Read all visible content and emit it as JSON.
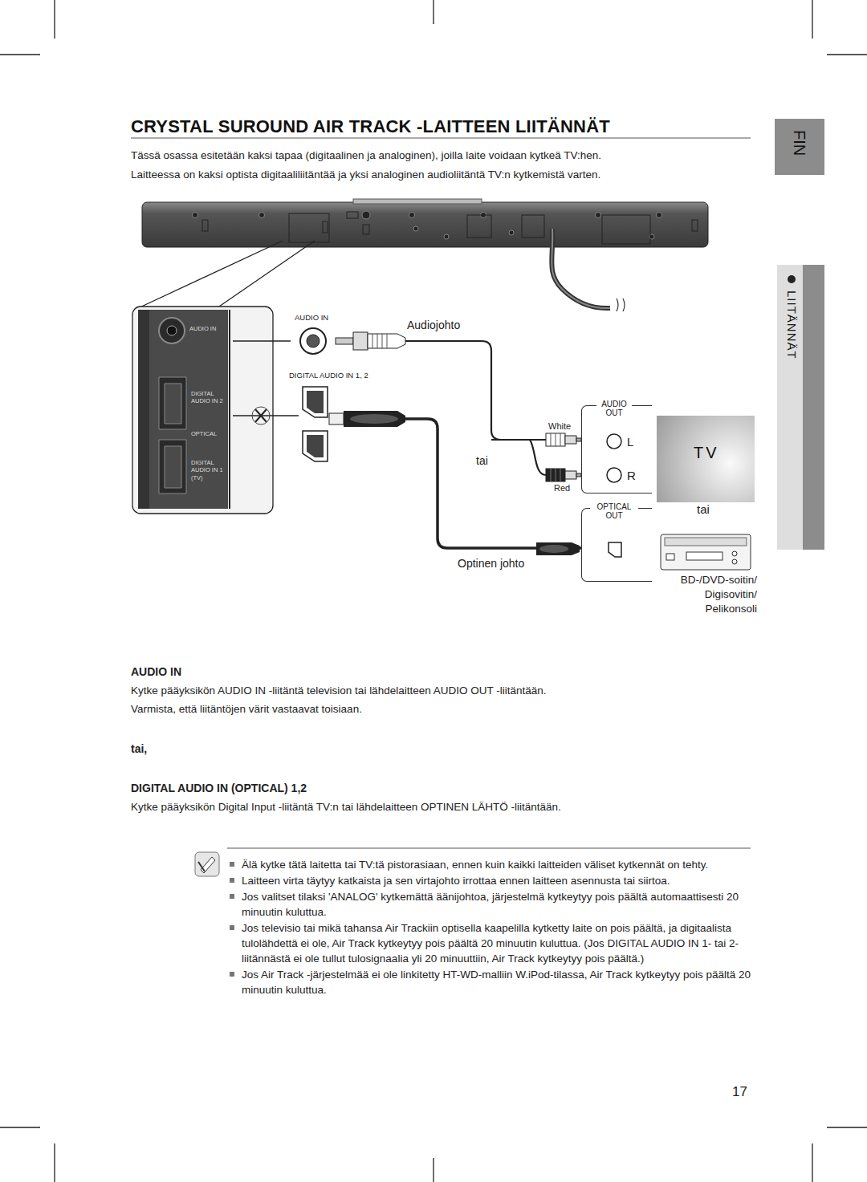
{
  "diagram": {
    "title": "CRYSTAL SUROUND AIR TRACK -LAITTEEN LIITÄNNÄT",
    "nodes": [
      {
        "text": [
          "AUDIO IN"
        ]
      },
      {
        "text": [
          "DIGITAL AUDIO IN 1, 2"
        ]
      },
      {
        "text": [
          "AUDIO OUT",
          "L",
          "R"
        ]
      },
      {
        "text": [
          "OPTICAL OUT"
        ]
      },
      {
        "text": [
          "TV"
        ]
      },
      {
        "text": [
          "BD-/DVD-soitin/ Digisovitin/ Pelikonsoli"
        ]
      }
    ],
    "edges": [
      {
        "from": 0,
        "to": 2,
        "arrow": "none",
        "label": "Audiojohto"
      },
      {
        "from": 1,
        "to": 3,
        "arrow": "none",
        "label": "Optinen johto"
      }
    ],
    "labels": [
      "Tässä osassa esitetään kaksi tapaa (digitaalinen ja analoginen), joilla laite voidaan kytkeä TV:hen.",
      "Laitteessa on kaksi optista digitaaliliitäntää ja yksi analoginen audioliitäntä TV:n kytkemistä varten.",
      "AUDIO IN",
      "Kytke pääyksikön AUDIO IN -liitäntä television tai lähdelaitteen AUDIO OUT -liitäntään.",
      "Varmista, että liitäntöjen värit vastaavat toisiaan.",
      "tai,",
      "DIGITAL AUDIO IN (OPTICAL) 1,2",
      "Kytke pääyksikön Digital Input -liitäntä TV:n tai lähdelaitteen OPTINEN LÄHTÖ -liitäntään.",
      "Älä kytke tätä laitetta tai TV:tä pistorasiaan, ennen kuin kaikki laitteiden väliset kytkennät on tehty.",
      "Laitteen virta täytyy katkaista ja sen virtajohto irrottaa ennen laitteen asennusta tai siirtoa.",
      "Jos valitset tilaksi 'ANALOG' kytkemättä äänijohtoa, järjestelmä kytkeytyy pois päältä automaattisesti 20 minuutin kuluttua.",
      "Jos televisio tai mikä tahansa Air Trackiin optisella kaapelilla kytketty laite on pois päältä, ja digitaalista tulolähdettä ei ole, Air Track kytkeytyy pois päältä 20 minuutin kuluttua. (Jos DIGITAL AUDIO IN 1- tai 2-liitännästä ei ole tullut tulosignaalia yli 20 minuuttiin, Air Track kytkeytyy pois päältä.)",
      "Jos Air Track -järjestelmää ei ole linkitetty HT-WD-malliin W.iPod-tilassa, Air Track kytkeytyy pois päältä 20 minuutin kuluttua.",
      "17",
      "FIN",
      "LIITÄNNÄT",
      "AUDIO IN",
      "DIGITAL AUDIO IN 2",
      "OPTICAL",
      "DIGITAL AUDIO IN 1 (TV)",
      "tai",
      "White",
      "Red",
      "tai"
    ]
  }
}
